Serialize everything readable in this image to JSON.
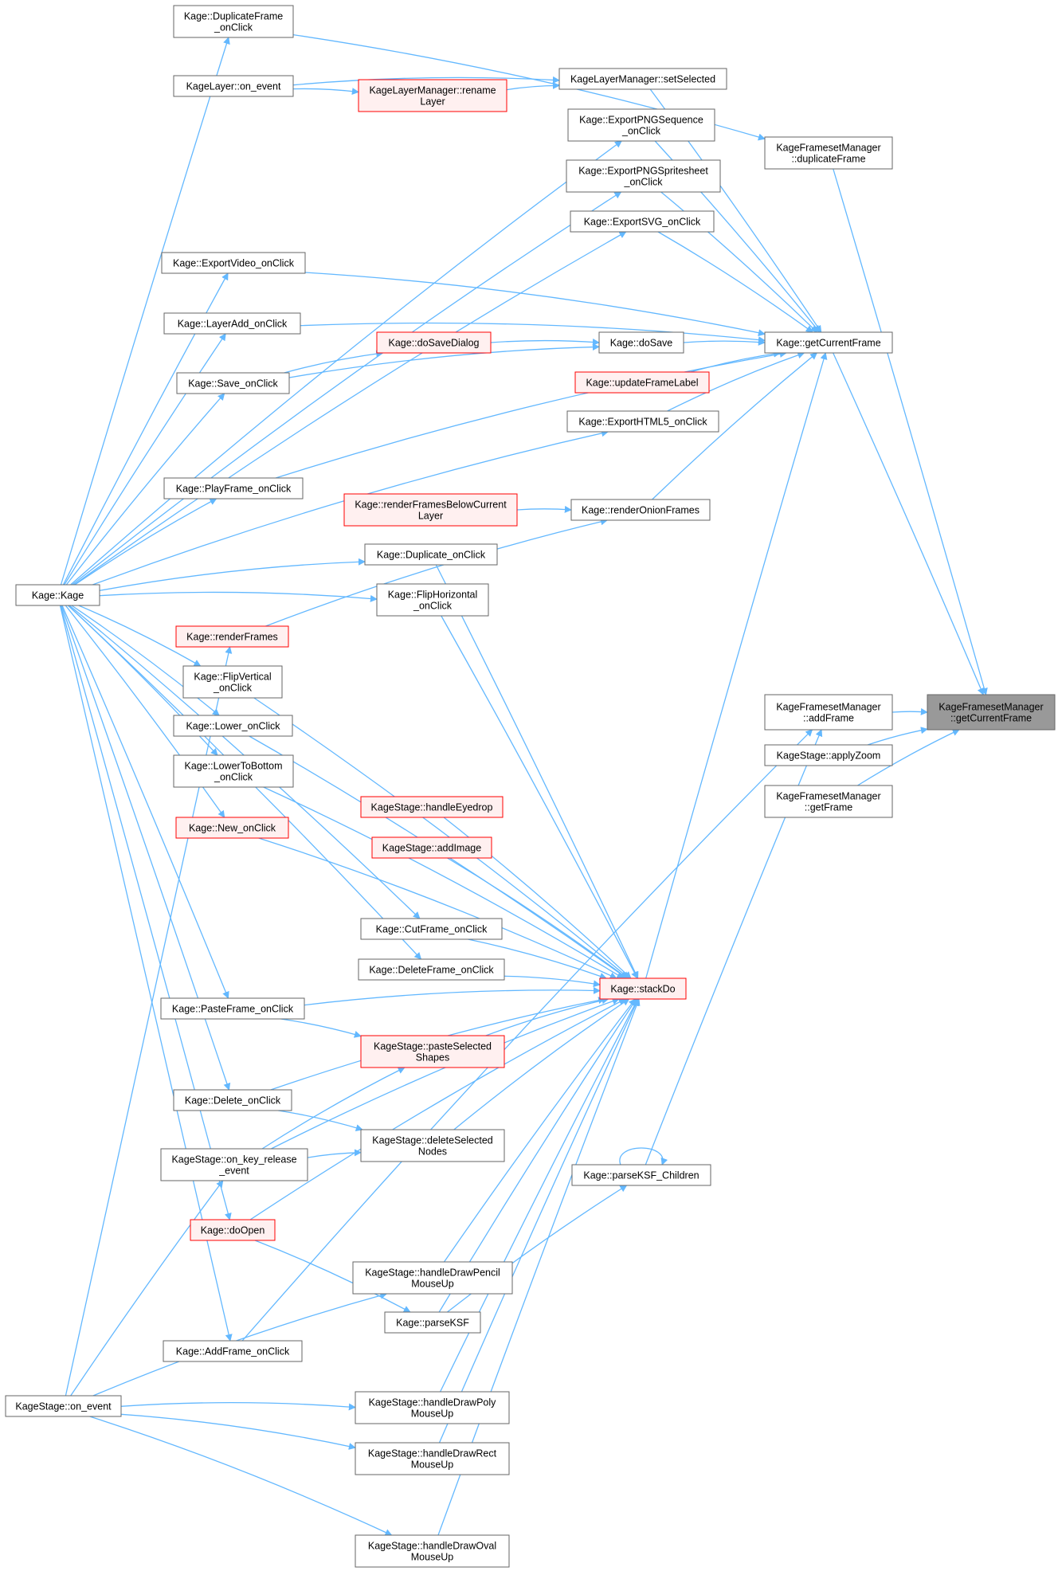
{
  "colors": {
    "edge": "#63b8ff",
    "node_border": "#666666",
    "node_fill": "#ffffff",
    "trunc_border": "#ff0000",
    "trunc_fill": "#fff0f0",
    "focus_fill": "#999999",
    "focus_border": "#666666",
    "text": "#000000"
  },
  "nodes": [
    {
      "id": "n_focus",
      "lines": [
        "KageFramesetManager",
        "::getCurrentFrame"
      ],
      "kind": "focus"
    },
    {
      "id": "n_getCurrentFrame",
      "lines": [
        "Kage::getCurrentFrame"
      ],
      "kind": "normal"
    },
    {
      "id": "n_addFrame",
      "lines": [
        "KageFramesetManager",
        "::addFrame"
      ],
      "kind": "normal"
    },
    {
      "id": "n_applyZoom",
      "lines": [
        "KageStage::applyZoom"
      ],
      "kind": "normal"
    },
    {
      "id": "n_getFrame",
      "lines": [
        "KageFramesetManager",
        "::getFrame"
      ],
      "kind": "normal"
    },
    {
      "id": "n_duplicateFrame",
      "lines": [
        "KageFramesetManager",
        "::duplicateFrame"
      ],
      "kind": "normal"
    },
    {
      "id": "n_dupFrameClick",
      "lines": [
        "Kage::DuplicateFrame",
        "_onClick"
      ],
      "kind": "normal"
    },
    {
      "id": "n_layerOnEvent",
      "lines": [
        "KageLayer::on_event"
      ],
      "kind": "normal"
    },
    {
      "id": "n_renameLayer",
      "lines": [
        "KageLayerManager::rename",
        "Layer"
      ],
      "kind": "trunc"
    },
    {
      "id": "n_setSelected",
      "lines": [
        "KageLayerManager::setSelected"
      ],
      "kind": "normal"
    },
    {
      "id": "n_pngSeq",
      "lines": [
        "Kage::ExportPNGSequence",
        "_onClick"
      ],
      "kind": "normal"
    },
    {
      "id": "n_pngSprite",
      "lines": [
        "Kage::ExportPNGSpritesheet",
        "_onClick"
      ],
      "kind": "normal"
    },
    {
      "id": "n_svg",
      "lines": [
        "Kage::ExportSVG_onClick"
      ],
      "kind": "normal"
    },
    {
      "id": "n_video",
      "lines": [
        "Kage::ExportVideo_onClick"
      ],
      "kind": "normal"
    },
    {
      "id": "n_layerAdd",
      "lines": [
        "Kage::LayerAdd_onClick"
      ],
      "kind": "normal"
    },
    {
      "id": "n_doSaveDialog",
      "lines": [
        "Kage::doSaveDialog"
      ],
      "kind": "trunc"
    },
    {
      "id": "n_doSave",
      "lines": [
        "Kage::doSave"
      ],
      "kind": "normal"
    },
    {
      "id": "n_saveClick",
      "lines": [
        "Kage::Save_onClick"
      ],
      "kind": "normal"
    },
    {
      "id": "n_updateFrameLabel",
      "lines": [
        "Kage::updateFrameLabel"
      ],
      "kind": "trunc"
    },
    {
      "id": "n_html5",
      "lines": [
        "Kage::ExportHTML5_onClick"
      ],
      "kind": "normal"
    },
    {
      "id": "n_playFrame",
      "lines": [
        "Kage::PlayFrame_onClick"
      ],
      "kind": "normal"
    },
    {
      "id": "n_renderBelow",
      "lines": [
        "Kage::renderFramesBelowCurrent",
        "Layer"
      ],
      "kind": "trunc"
    },
    {
      "id": "n_renderOnion",
      "lines": [
        "Kage::renderOnionFrames"
      ],
      "kind": "normal"
    },
    {
      "id": "n_kage",
      "lines": [
        "Kage::Kage"
      ],
      "kind": "normal"
    },
    {
      "id": "n_duplicateClick",
      "lines": [
        "Kage::Duplicate_onClick"
      ],
      "kind": "normal"
    },
    {
      "id": "n_flipH",
      "lines": [
        "Kage::FlipHorizontal",
        "_onClick"
      ],
      "kind": "normal"
    },
    {
      "id": "n_renderFrames",
      "lines": [
        "Kage::renderFrames"
      ],
      "kind": "trunc"
    },
    {
      "id": "n_flipV",
      "lines": [
        "Kage::FlipVertical",
        "_onClick"
      ],
      "kind": "normal"
    },
    {
      "id": "n_lower",
      "lines": [
        "Kage::Lower_onClick"
      ],
      "kind": "normal"
    },
    {
      "id": "n_lowerBottom",
      "lines": [
        "Kage::LowerToBottom",
        "_onClick"
      ],
      "kind": "normal"
    },
    {
      "id": "n_eyedrop",
      "lines": [
        "KageStage::handleEyedrop"
      ],
      "kind": "trunc"
    },
    {
      "id": "n_newClick",
      "lines": [
        "Kage::New_onClick"
      ],
      "kind": "trunc"
    },
    {
      "id": "n_addImage",
      "lines": [
        "KageStage::addImage"
      ],
      "kind": "trunc"
    },
    {
      "id": "n_cutFrame",
      "lines": [
        "Kage::CutFrame_onClick"
      ],
      "kind": "normal"
    },
    {
      "id": "n_deleteFrame",
      "lines": [
        "Kage::DeleteFrame_onClick"
      ],
      "kind": "normal"
    },
    {
      "id": "n_stackDo",
      "lines": [
        "Kage::stackDo"
      ],
      "kind": "trunc"
    },
    {
      "id": "n_pasteFrame",
      "lines": [
        "Kage::PasteFrame_onClick"
      ],
      "kind": "normal"
    },
    {
      "id": "n_pasteShapes",
      "lines": [
        "KageStage::pasteSelected",
        "Shapes"
      ],
      "kind": "trunc"
    },
    {
      "id": "n_deleteClick",
      "lines": [
        "Kage::Delete_onClick"
      ],
      "kind": "normal"
    },
    {
      "id": "n_deleteNodes",
      "lines": [
        "KageStage::deleteSelected",
        "Nodes"
      ],
      "kind": "normal"
    },
    {
      "id": "n_keyRelease",
      "lines": [
        "KageStage::on_key_release",
        "_event"
      ],
      "kind": "normal"
    },
    {
      "id": "n_parseChildren",
      "lines": [
        "Kage::parseKSF_Children"
      ],
      "kind": "normal"
    },
    {
      "id": "n_doOpen",
      "lines": [
        "Kage::doOpen"
      ],
      "kind": "trunc"
    },
    {
      "id": "n_pencil",
      "lines": [
        "KageStage::handleDrawPencil",
        "MouseUp"
      ],
      "kind": "normal"
    },
    {
      "id": "n_parseKSF",
      "lines": [
        "Kage::parseKSF"
      ],
      "kind": "normal"
    },
    {
      "id": "n_addFrameClick",
      "lines": [
        "Kage::AddFrame_onClick"
      ],
      "kind": "normal"
    },
    {
      "id": "n_stageOnEvent",
      "lines": [
        "KageStage::on_event"
      ],
      "kind": "normal"
    },
    {
      "id": "n_poly",
      "lines": [
        "KageStage::handleDrawPoly",
        "MouseUp"
      ],
      "kind": "normal"
    },
    {
      "id": "n_rect",
      "lines": [
        "KageStage::handleDrawRect",
        "MouseUp"
      ],
      "kind": "normal"
    },
    {
      "id": "n_oval",
      "lines": [
        "KageStage::handleDrawOval",
        "MouseUp"
      ],
      "kind": "normal"
    }
  ],
  "edges": [
    [
      "n_getCurrentFrame",
      "n_focus"
    ],
    [
      "n_addFrame",
      "n_focus"
    ],
    [
      "n_applyZoom",
      "n_focus"
    ],
    [
      "n_getFrame",
      "n_focus"
    ],
    [
      "n_duplicateFrame",
      "n_focus"
    ],
    [
      "n_dupFrameClick",
      "n_duplicateFrame"
    ],
    [
      "n_setSelected",
      "n_getCurrentFrame"
    ],
    [
      "n_pngSeq",
      "n_getCurrentFrame"
    ],
    [
      "n_pngSprite",
      "n_getCurrentFrame"
    ],
    [
      "n_svg",
      "n_getCurrentFrame"
    ],
    [
      "n_video",
      "n_getCurrentFrame"
    ],
    [
      "n_layerAdd",
      "n_getCurrentFrame"
    ],
    [
      "n_doSave",
      "n_getCurrentFrame"
    ],
    [
      "n_updateFrameLabel",
      "n_getCurrentFrame"
    ],
    [
      "n_html5",
      "n_getCurrentFrame"
    ],
    [
      "n_playFrame",
      "n_getCurrentFrame"
    ],
    [
      "n_renderOnion",
      "n_getCurrentFrame"
    ],
    [
      "n_stackDo",
      "n_getCurrentFrame"
    ],
    [
      "n_layerOnEvent",
      "n_setSelected"
    ],
    [
      "n_layerOnEvent",
      "n_renameLayer"
    ],
    [
      "n_renameLayer",
      "n_setSelected"
    ],
    [
      "n_doSaveDialog",
      "n_doSave"
    ],
    [
      "n_saveClick",
      "n_doSave"
    ],
    [
      "n_saveClick",
      "n_doSaveDialog"
    ],
    [
      "n_renderBelow",
      "n_renderOnion"
    ],
    [
      "n_renderFrames",
      "n_renderOnion"
    ],
    [
      "n_kage",
      "n_dupFrameClick"
    ],
    [
      "n_kage",
      "n_pngSeq"
    ],
    [
      "n_kage",
      "n_pngSprite"
    ],
    [
      "n_kage",
      "n_svg"
    ],
    [
      "n_kage",
      "n_video"
    ],
    [
      "n_kage",
      "n_layerAdd"
    ],
    [
      "n_kage",
      "n_saveClick"
    ],
    [
      "n_kage",
      "n_html5"
    ],
    [
      "n_kage",
      "n_playFrame"
    ],
    [
      "n_kage",
      "n_duplicateClick"
    ],
    [
      "n_kage",
      "n_flipH"
    ],
    [
      "n_kage",
      "n_flipV"
    ],
    [
      "n_kage",
      "n_lower"
    ],
    [
      "n_kage",
      "n_lowerBottom"
    ],
    [
      "n_kage",
      "n_newClick"
    ],
    [
      "n_kage",
      "n_cutFrame"
    ],
    [
      "n_kage",
      "n_deleteFrame"
    ],
    [
      "n_kage",
      "n_pasteFrame"
    ],
    [
      "n_kage",
      "n_deleteClick"
    ],
    [
      "n_kage",
      "n_doOpen"
    ],
    [
      "n_kage",
      "n_addFrameClick"
    ],
    [
      "n_duplicateClick",
      "n_stackDo"
    ],
    [
      "n_flipH",
      "n_stackDo"
    ],
    [
      "n_flipV",
      "n_stackDo"
    ],
    [
      "n_lower",
      "n_stackDo"
    ],
    [
      "n_lowerBottom",
      "n_stackDo"
    ],
    [
      "n_eyedrop",
      "n_stackDo"
    ],
    [
      "n_newClick",
      "n_stackDo"
    ],
    [
      "n_addImage",
      "n_stackDo"
    ],
    [
      "n_cutFrame",
      "n_stackDo"
    ],
    [
      "n_deleteFrame",
      "n_stackDo"
    ],
    [
      "n_pasteFrame",
      "n_stackDo"
    ],
    [
      "n_pasteShapes",
      "n_stackDo"
    ],
    [
      "n_deleteClick",
      "n_stackDo"
    ],
    [
      "n_deleteNodes",
      "n_stackDo"
    ],
    [
      "n_keyRelease",
      "n_stackDo"
    ],
    [
      "n_doOpen",
      "n_stackDo"
    ],
    [
      "n_pencil",
      "n_stackDo"
    ],
    [
      "n_parseKSF",
      "n_stackDo"
    ],
    [
      "n_poly",
      "n_stackDo"
    ],
    [
      "n_rect",
      "n_stackDo"
    ],
    [
      "n_oval",
      "n_stackDo"
    ],
    [
      "n_pasteFrame",
      "n_pasteShapes"
    ],
    [
      "n_keyRelease",
      "n_pasteShapes"
    ],
    [
      "n_deleteClick",
      "n_deleteNodes"
    ],
    [
      "n_keyRelease",
      "n_deleteNodes"
    ],
    [
      "n_stageOnEvent",
      "n_keyRelease"
    ],
    [
      "n_stageOnEvent",
      "n_pencil"
    ],
    [
      "n_stageOnEvent",
      "n_poly"
    ],
    [
      "n_stageOnEvent",
      "n_rect"
    ],
    [
      "n_stageOnEvent",
      "n_oval"
    ],
    [
      "n_stageOnEvent",
      "n_renderFrames"
    ],
    [
      "n_parseKSF",
      "n_parseChildren"
    ],
    [
      "n_parseChildren",
      "n_parseChildren"
    ],
    [
      "n_parseChildren",
      "n_addFrame"
    ],
    [
      "n_addFrameClick",
      "n_addFrame"
    ],
    [
      "n_doOpen",
      "n_parseKSF"
    ]
  ]
}
